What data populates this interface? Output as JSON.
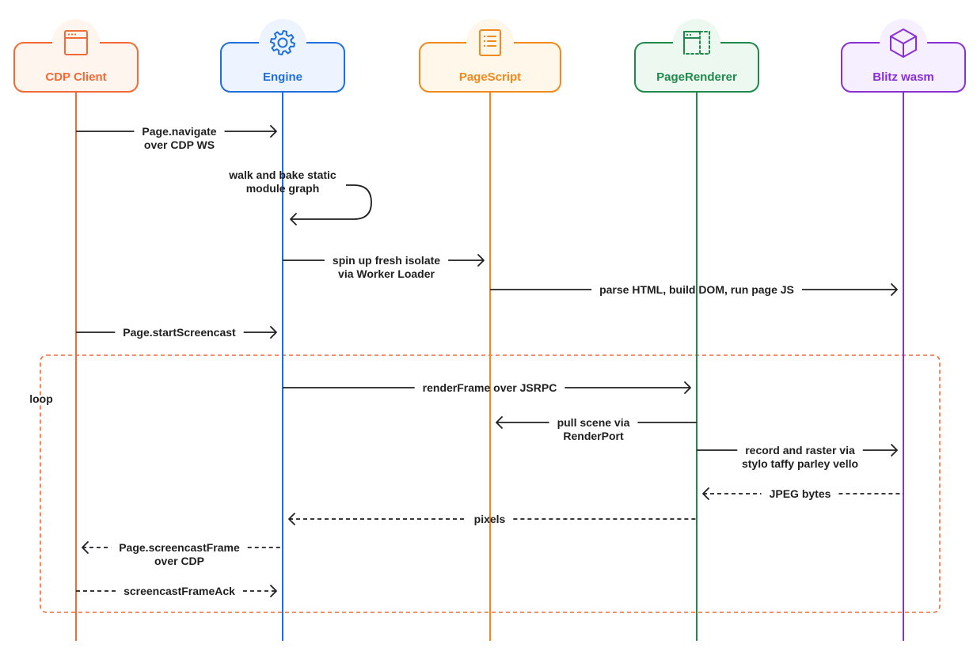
{
  "participants": [
    {
      "id": "cdp",
      "label": "CDP Client",
      "color": "#f26a36",
      "fill": "#fff5ef",
      "icon": "browser-window-icon"
    },
    {
      "id": "engine",
      "label": "Engine",
      "color": "#1f6fdc",
      "fill": "#eef4ff",
      "icon": "gear-icon"
    },
    {
      "id": "pagescript",
      "label": "PageScript",
      "color": "#f08a1c",
      "fill": "#fff7ea",
      "icon": "script-document-icon"
    },
    {
      "id": "pagerenderer",
      "label": "PageRenderer",
      "color": "#1f8a4c",
      "fill": "#edf8f1",
      "icon": "render-window-icon"
    },
    {
      "id": "blitz",
      "label": "Blitz wasm",
      "color": "#8a2fd6",
      "fill": "#f6efff",
      "icon": "cube-icon"
    }
  ],
  "loop": {
    "label": "loop",
    "color": "#f26a36"
  },
  "messages": [
    {
      "from": "cdp",
      "to": "engine",
      "lines": [
        "Page.navigate",
        "over CDP WS"
      ],
      "dashed": false
    },
    {
      "from": "engine",
      "to": "engine",
      "self": true,
      "lines": [
        "walk and bake static",
        "module graph"
      ],
      "dashed": false
    },
    {
      "from": "engine",
      "to": "pagescript",
      "lines": [
        "spin up fresh isolate",
        "via Worker Loader"
      ],
      "dashed": false
    },
    {
      "from": "pagescript",
      "to": "blitz",
      "lines": [
        "parse HTML, build DOM, run page JS"
      ],
      "dashed": false
    },
    {
      "from": "cdp",
      "to": "engine",
      "lines": [
        "Page.startScreencast"
      ],
      "dashed": false
    },
    {
      "from": "engine",
      "to": "pagerenderer",
      "lines": [
        "renderFrame over JSRPC"
      ],
      "dashed": false
    },
    {
      "from": "pagerenderer",
      "to": "pagescript",
      "lines": [
        "pull scene via",
        "RenderPort"
      ],
      "dashed": false
    },
    {
      "from": "pagerenderer",
      "to": "blitz",
      "lines": [
        "record and raster via",
        "stylo taffy parley vello"
      ],
      "dashed": false
    },
    {
      "from": "blitz",
      "to": "pagerenderer",
      "lines": [
        "JPEG bytes"
      ],
      "dashed": true
    },
    {
      "from": "pagerenderer",
      "to": "engine",
      "lines": [
        "pixels"
      ],
      "dashed": true
    },
    {
      "from": "engine",
      "to": "cdp",
      "lines": [
        "Page.screencastFrame",
        "over CDP"
      ],
      "dashed": true
    },
    {
      "from": "cdp",
      "to": "engine",
      "lines": [
        "screencastFrameAck"
      ],
      "dashed": true
    }
  ]
}
